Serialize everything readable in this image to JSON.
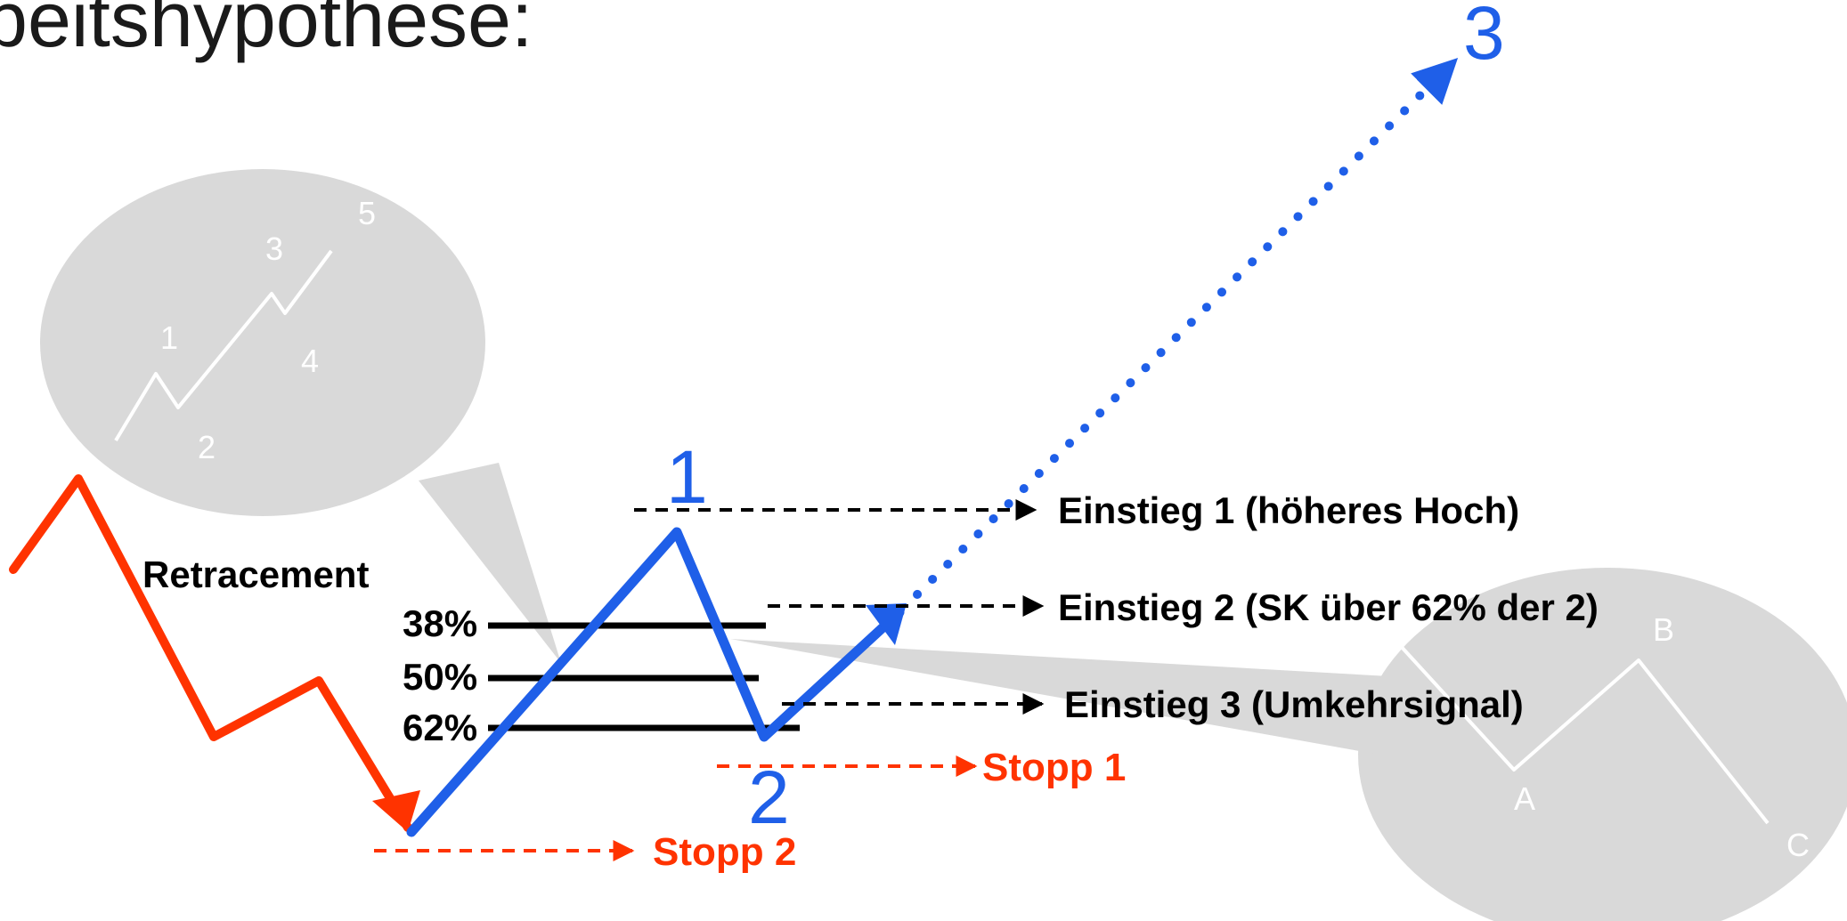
{
  "title": "beitshypothese:",
  "colors": {
    "blue": "#1f5fe8",
    "red": "#ff3300",
    "bubble": "#d9d9d9",
    "black": "#000000"
  },
  "waves": {
    "label_1": "1",
    "label_2": "2",
    "label_3": "3"
  },
  "bubble_left": {
    "labels": [
      "1",
      "2",
      "3",
      "4",
      "5"
    ]
  },
  "bubble_right": {
    "labels": [
      "A",
      "B",
      "C"
    ]
  },
  "retracement": {
    "title": "Retracement",
    "levels": [
      "38%",
      "50%",
      "62%"
    ]
  },
  "entries": {
    "entry_1": "Einstieg 1 (höheres Hoch)",
    "entry_2": "Einstieg 2 (SK über 62% der 2)",
    "entry_3": "Einstieg 3 (Umkehrsignal)"
  },
  "stops": {
    "stop_1": "Stopp 1",
    "stop_2": "Stopp 2"
  }
}
